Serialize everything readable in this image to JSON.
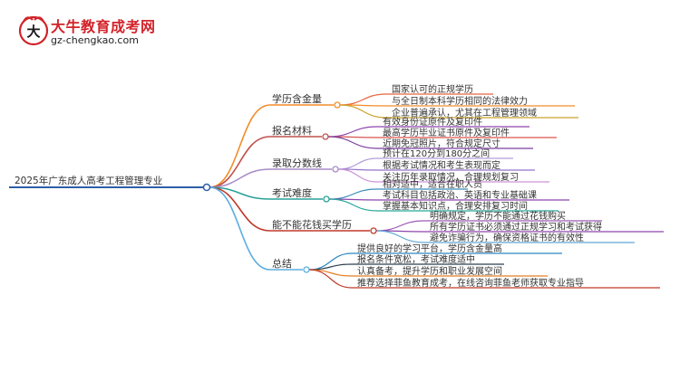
{
  "logo": {
    "title": "大牛教育成考网",
    "url": "gz-chengkao.com"
  },
  "mindmap": {
    "root": "2025年广东成人高考工程管理专业",
    "branches": [
      {
        "label": "学历含金量",
        "color": "#f28c28",
        "children": [
          {
            "text": "国家认可的正规学历",
            "color": "#e8663d"
          },
          {
            "text": "与全日制本科学历相同的法律效力",
            "color": "#f28c28"
          },
          {
            "text": "企业普遍承认，尤其在工程管理领域",
            "color": "#c9a227"
          }
        ]
      },
      {
        "label": "报名材料",
        "color": "#c0504d",
        "children": [
          {
            "text": "有效身份证原件及复印件",
            "color": "#8e44ad"
          },
          {
            "text": "最高学历毕业证书原件及复印件",
            "color": "#d9534f"
          },
          {
            "text": "近期免冠照片，符合规定尺寸",
            "color": "#7b3fa0"
          }
        ]
      },
      {
        "label": "录取分数线",
        "color": "#a98cc9",
        "children": [
          {
            "text": "预计在120分到180分之间",
            "color": "#b39ddb"
          },
          {
            "text": "根据考试情况和考生表现而定",
            "color": "#9575cd"
          },
          {
            "text": "关注历年录取情况，合理规划复习",
            "color": "#ce93d8"
          }
        ]
      },
      {
        "label": "考试难度",
        "color": "#2aa198",
        "children": [
          {
            "text": "相对适中，适合在职人员",
            "color": "#3c8dbc"
          },
          {
            "text": "考试科目包括政治、英语和专业基础课",
            "color": "#8e44ad"
          },
          {
            "text": "掌握基本知识点，合理安排复习时间",
            "color": "#26a69a"
          }
        ]
      },
      {
        "label": "能不能花钱买学历",
        "color": "#c0392b",
        "children": [
          {
            "text": "明确规定，学历不能通过花钱购买",
            "color": "#9b59b6"
          },
          {
            "text": "所有学历证书必须通过正规学习和考试获得",
            "color": "#8e44ad"
          },
          {
            "text": "避免诈骗行为，确保资格证书的有效性",
            "color": "#5fa8d3"
          }
        ]
      },
      {
        "label": "总结",
        "color": "#5dade2",
        "children": [
          {
            "text": "提供良好的学习平台，学历含金量高",
            "color": "#2e86c1"
          },
          {
            "text": "报名条件宽松，考试难度适中",
            "color": "#2c3e50"
          },
          {
            "text": "认真备考，提升学历和职业发展空间",
            "color": "#e67e22"
          },
          {
            "text": "推荐选择菲鱼教育成考，在线咨询菲鱼老师获取专业指导",
            "color": "#c0392b"
          }
        ]
      }
    ]
  }
}
